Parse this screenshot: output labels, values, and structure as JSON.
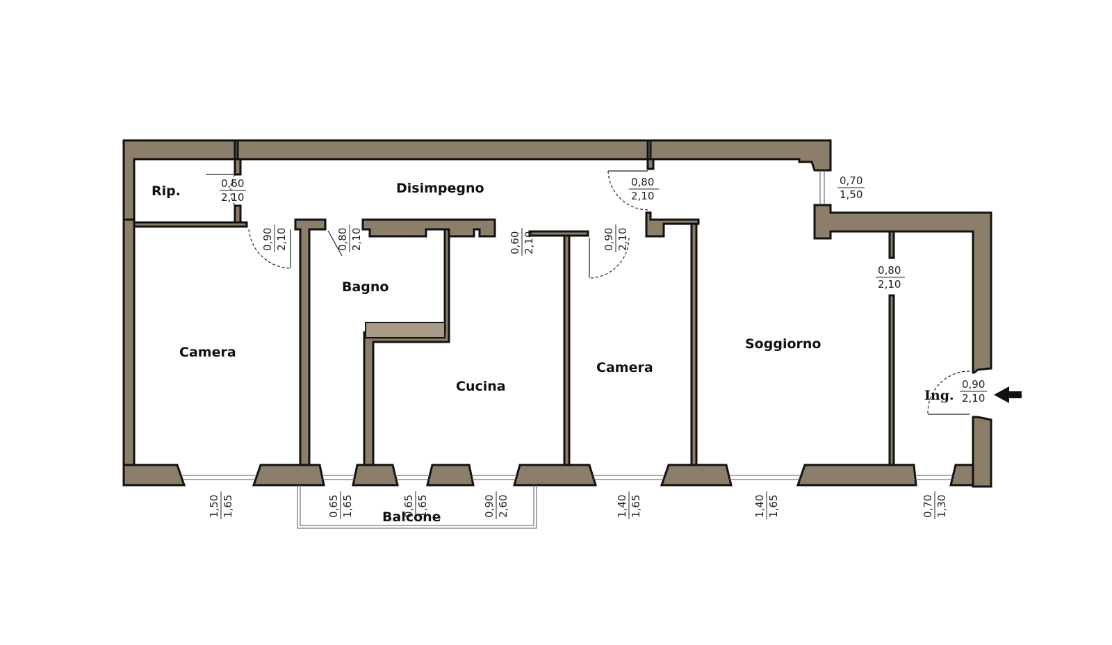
{
  "rooms": {
    "ripostiglio": "Rip.",
    "disimpegno": "Disimpegno",
    "bagno": "Bagno",
    "camera_1": "Camera",
    "cucina": "Cucina",
    "camera_2": "Camera",
    "soggiorno": "Soggiorno",
    "balcone": "Balcone",
    "ingresso": "Ing."
  },
  "openings": [
    {
      "id": "rip-door",
      "width": "0,60",
      "height": "2,10"
    },
    {
      "id": "camera1-door",
      "width": "0,90",
      "height": "2,10"
    },
    {
      "id": "bagno-door",
      "width": "0,80",
      "height": "2,10"
    },
    {
      "id": "cucina-door",
      "width": "0,60",
      "height": "2,10"
    },
    {
      "id": "camera2-door",
      "width": "0,90",
      "height": "2,10"
    },
    {
      "id": "disimpegno-door",
      "width": "0,80",
      "height": "2,10"
    },
    {
      "id": "top-window",
      "width": "0,70",
      "height": "1,50"
    },
    {
      "id": "soggiorno-door",
      "width": "0,80",
      "height": "2,10"
    },
    {
      "id": "entrance-door",
      "width": "0,90",
      "height": "2,10"
    },
    {
      "id": "window-camera1",
      "width": "1,50",
      "height": "1,65"
    },
    {
      "id": "window-bagno",
      "width": "0,65",
      "height": "1,65"
    },
    {
      "id": "window-cucina",
      "width": "0,65",
      "height": "1,65"
    },
    {
      "id": "door-balcone",
      "width": "0,90",
      "height": "2,60"
    },
    {
      "id": "window-camera2",
      "width": "1,40",
      "height": "1,65"
    },
    {
      "id": "window-soggiorno",
      "width": "1,40",
      "height": "1,65"
    },
    {
      "id": "window-ingresso",
      "width": "0,70",
      "height": "1,30"
    }
  ],
  "icons": {
    "entrance": "arrow-left-icon"
  },
  "colors": {
    "wall": "#8c7e6a",
    "outline": "#111111",
    "background": "#ffffff"
  }
}
